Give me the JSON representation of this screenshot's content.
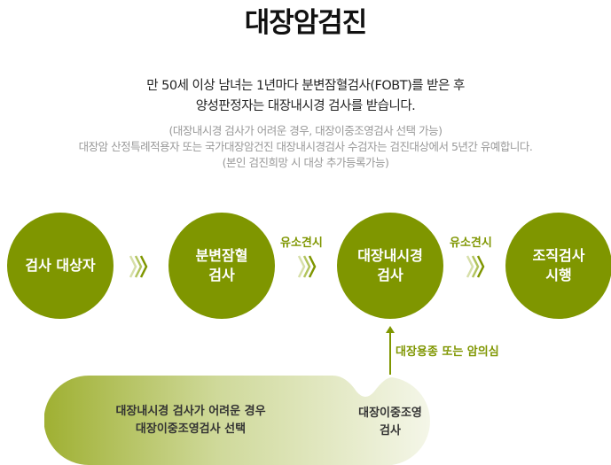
{
  "title": "대장암검진",
  "lead": [
    "만 50세 이상 남녀는 1년마다 분변잠혈검사(FOBT)를 받은 후",
    "양성판정자는 대장내시경 검사를 받습니다."
  ],
  "notes": [
    "(대장내시경 검사가 어려운 경우, 대장이중조영검사 선택 가능)",
    "대장암 산정특례적용자 또는 국가대장암건진 대장내시경검사 수검자는 검진대상에서 5년간 유예합니다.",
    "(본인 검진희망 시 대상 추가등록가능)"
  ],
  "steps": [
    "검사 대상자",
    "분변잠혈\n검사",
    "대장내시경\n검사",
    "조직검사\n시행"
  ],
  "arrow_labels": [
    "유소견시",
    "유소견시"
  ],
  "up_label": "대장용종 또는 암의심",
  "alt": {
    "condition": "대장내시경 검사가 어려운 경우\n대장이중조영검사 선택",
    "exam": "대장이중조영\n검사"
  },
  "colors": {
    "accent": "#7f9600"
  }
}
